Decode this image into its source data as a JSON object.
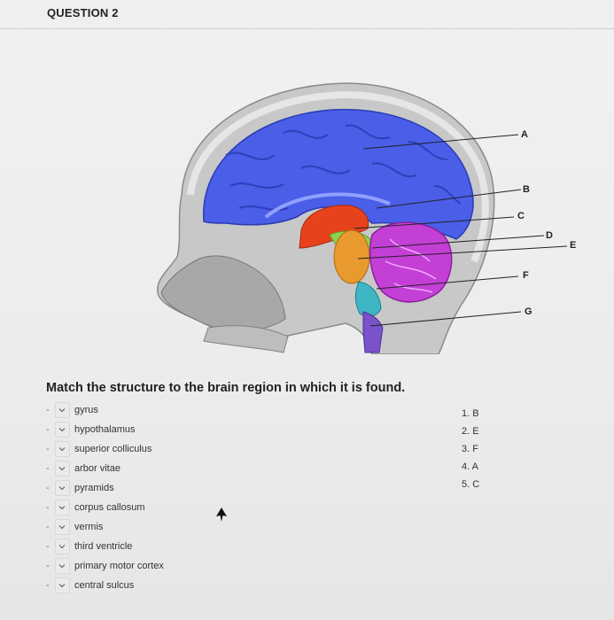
{
  "question": {
    "title": "QUESTION 2"
  },
  "figure": {
    "labels": [
      "A",
      "B",
      "C",
      "D",
      "E",
      "F",
      "G"
    ]
  },
  "prompt": "Match the structure to the brain region in which it is found.",
  "items": [
    {
      "label": "gyrus"
    },
    {
      "label": "hypothalamus"
    },
    {
      "label": "superior colliculus"
    },
    {
      "label": "arbor vitae"
    },
    {
      "label": "pyramids"
    },
    {
      "label": "corpus callosum"
    },
    {
      "label": "vermis"
    },
    {
      "label": "third ventricle"
    },
    {
      "label": "primary motor cortex"
    },
    {
      "label": "central sulcus"
    }
  ],
  "row_prefix": "-",
  "answers": [
    "1. B",
    "2. E",
    "3. F",
    "4. A",
    "5. C"
  ],
  "colors": {
    "cerebrum": "#4a5ee8",
    "diencephalon": "#e8421c",
    "midbrain": "#8fd14f",
    "pons": "#e89a2e",
    "cerebellum": "#c43fd6",
    "medulla": "#3fb6c4",
    "spinal_cord": "#7a52c9"
  }
}
